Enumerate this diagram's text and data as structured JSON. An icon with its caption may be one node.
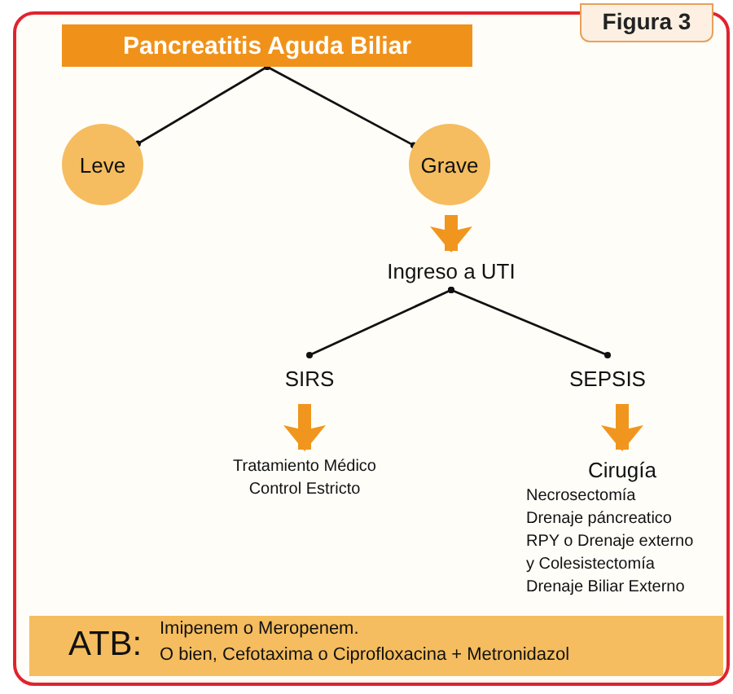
{
  "diagram": {
    "nodes": [
      {
        "text": [
          "Pancreatitis Aguda Biliar"
        ]
      },
      {
        "text": [
          "Leve"
        ]
      },
      {
        "text": [
          "Grave"
        ]
      },
      {
        "text": [
          "Ingreso a UTI"
        ]
      },
      {
        "text": [
          "SIRS"
        ]
      },
      {
        "text": [
          "SEPSIS"
        ]
      },
      {
        "text": [
          "Tratamiento Médico",
          "Control Estricto"
        ]
      },
      {
        "text": [
          "Cirugía",
          "Necrosectomía",
          "Drenaje páncreatico",
          "RPY o Drenaje externo",
          "y Colesistectomía",
          "Drenaje Biliar Externo"
        ]
      },
      {
        "text": [
          "ATB:",
          "Imipenem o Meropenem.",
          "O bien, Cefotaxima o Ciprofloxacina + Metronidazol"
        ]
      }
    ],
    "edges": [
      {
        "from": 0,
        "to": 1,
        "arrow": "other"
      },
      {
        "from": 0,
        "to": 2,
        "arrow": "other"
      },
      {
        "from": 2,
        "to": 3,
        "arrow": "to",
        "style": "thick",
        "color": "#f0961e"
      },
      {
        "from": 3,
        "to": 4,
        "arrow": "other"
      },
      {
        "from": 3,
        "to": 5,
        "arrow": "other"
      },
      {
        "from": 4,
        "to": 6,
        "arrow": "to",
        "style": "thick",
        "color": "#f0961e"
      },
      {
        "from": 5,
        "to": 7,
        "arrow": "to",
        "style": "thick",
        "color": "#f0961e"
      }
    ],
    "labels": [
      "Figura 3"
    ]
  }
}
